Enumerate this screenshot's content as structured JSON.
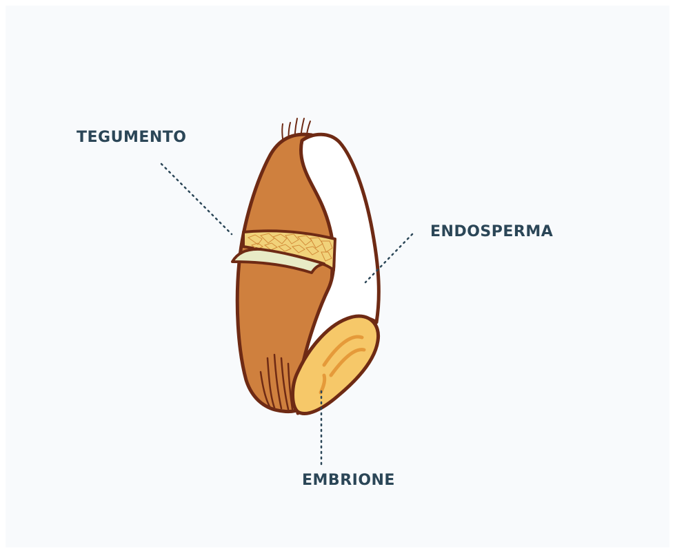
{
  "diagram": {
    "labels": {
      "tegumento": "TEGUMENTO",
      "endosperma": "ENDOSPERMA",
      "embrione": "EMBRIONE"
    },
    "colors": {
      "background": "#f8fafc",
      "outline": "#6e2a14",
      "husk": "#cf803e",
      "endosperm": "#ffffff",
      "embryo": "#f6c869",
      "embryo_detail": "#e59a3a",
      "cell_layer": "#f1d27a",
      "aleurone": "#e8ebc6",
      "label_text": "#2b4657",
      "leader_line": "#2b4657"
    }
  }
}
